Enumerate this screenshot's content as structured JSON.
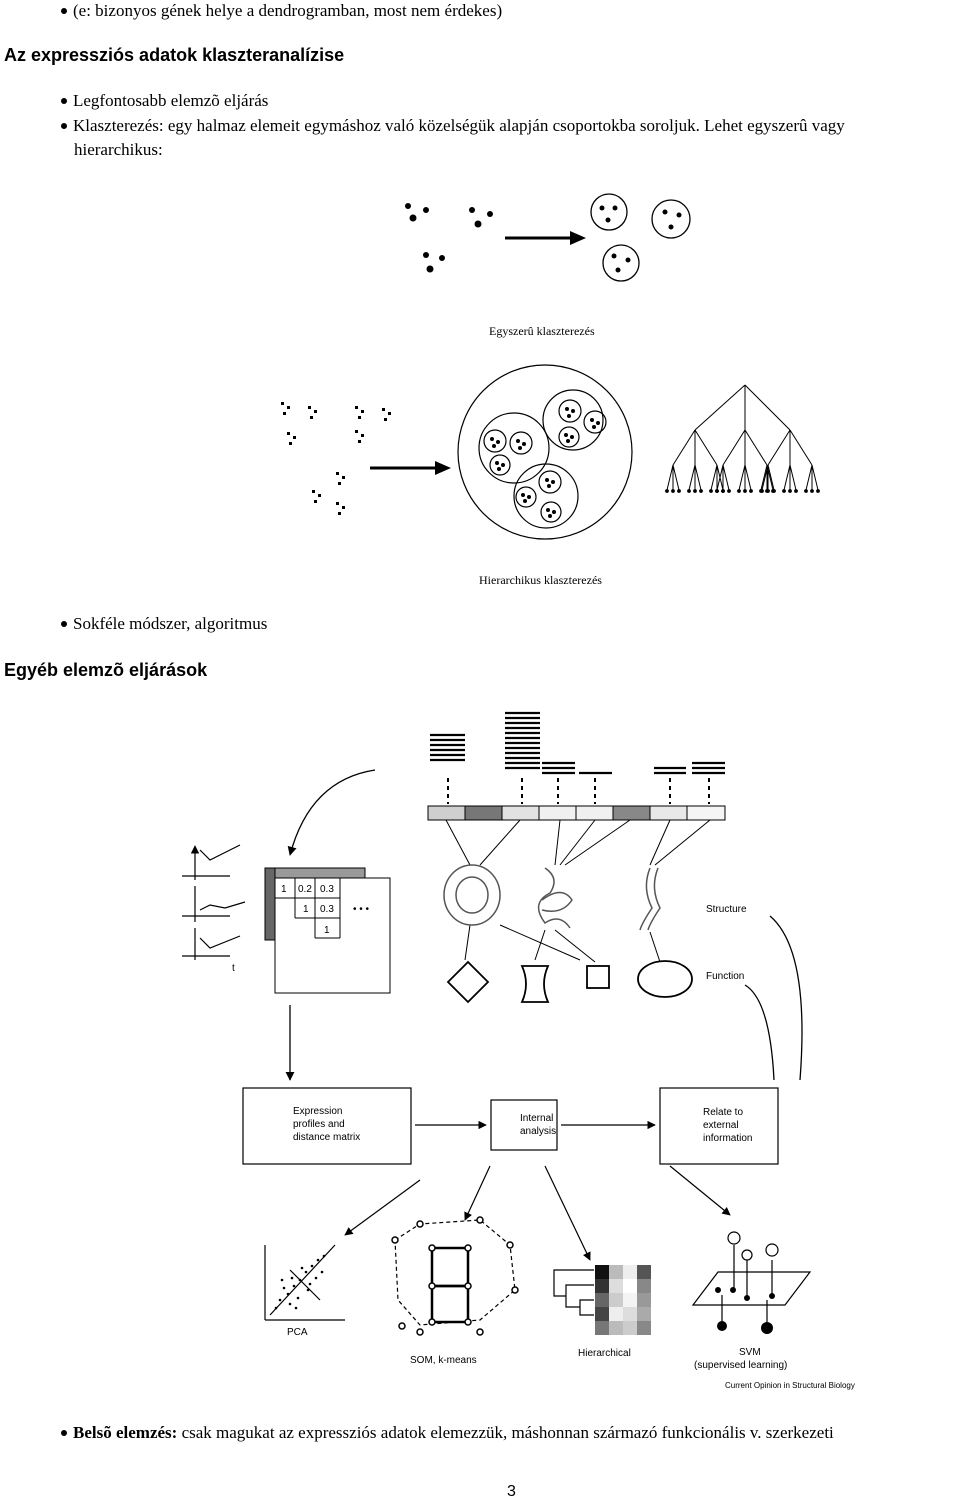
{
  "lines": {
    "dendro_note": "(e: bizonyos gének helye a dendrogramban, most nem érdekes)",
    "section1_title": "Az expressziós adatok klaszteranalízise",
    "bullet1": "Legfontosabb elemzõ eljárás",
    "bullet2": "Klaszterezés: egy halmaz elemeit egymáshoz való közelségük alapján csoportokba soroljuk. Lehet egyszerû vagy",
    "bullet2_cont": "hierarchikus:",
    "caption_simple": "Egyszerû klaszterezés",
    "caption_hier": "Hierarchikus klaszterezés",
    "bullet3": "Sokféle módszer, algoritmus",
    "section2_title": "Egyéb elemzõ eljárások",
    "bullet4_bold": "Belsõ elemzés:",
    "bullet4_rest": " csak magukat az expressziós adatok elemezzük, máshonnan származó funkcionális v. szerkezeti",
    "page_number": "3"
  },
  "figure": {
    "matrix_cells": [
      "1",
      "0.2",
      "0.3",
      "1",
      "0.3",
      "1"
    ],
    "matrix_dots": "• • •",
    "axis_t": "t",
    "structure_label": "Structure",
    "function_label": "Function",
    "box1": [
      "Expression",
      "profiles and",
      "distance matrix"
    ],
    "box2": [
      "Internal",
      "analysis"
    ],
    "box3": [
      "Relate to",
      "external",
      "information"
    ],
    "pca_label": "PCA",
    "som_label": "SOM, k-means",
    "hier_label": "Hierarchical",
    "svm_label": [
      "SVM",
      "(supervised learning)"
    ],
    "credit": "Current Opinion in Structural Biology"
  }
}
